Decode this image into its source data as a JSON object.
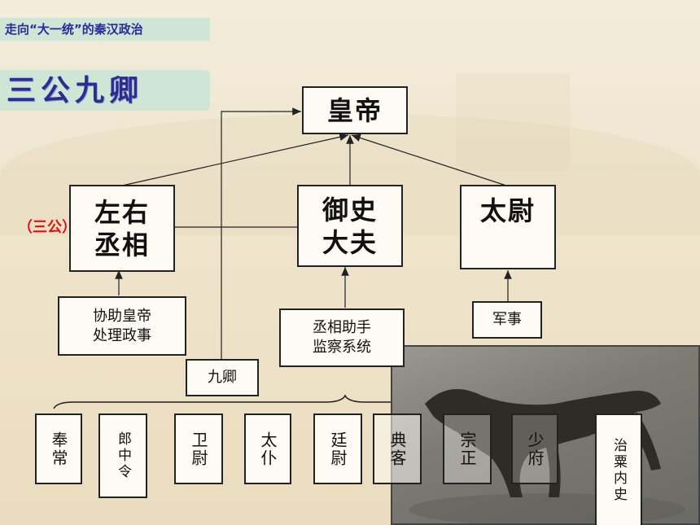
{
  "header": {
    "title": "走向“大一统”的秦汉政治"
  },
  "title": "三公九卿",
  "side_label": "（三公）",
  "nodes": {
    "emperor": "皇帝",
    "chancellor": "左右\n丞相",
    "censor": "御史\n大夫",
    "commandant": "太尉",
    "chancellor_desc": "协助皇帝\n处理政事",
    "censor_desc": "丞相助手\n监察系统",
    "commandant_desc": "军事",
    "nine": "九卿"
  },
  "ministers": [
    "奉常",
    "郎中令",
    "卫尉",
    "太仆",
    "廷尉",
    "典客",
    "宗正",
    "少府",
    "治粟内史"
  ],
  "photo": {
    "subject": "bronze horse artifact"
  }
}
